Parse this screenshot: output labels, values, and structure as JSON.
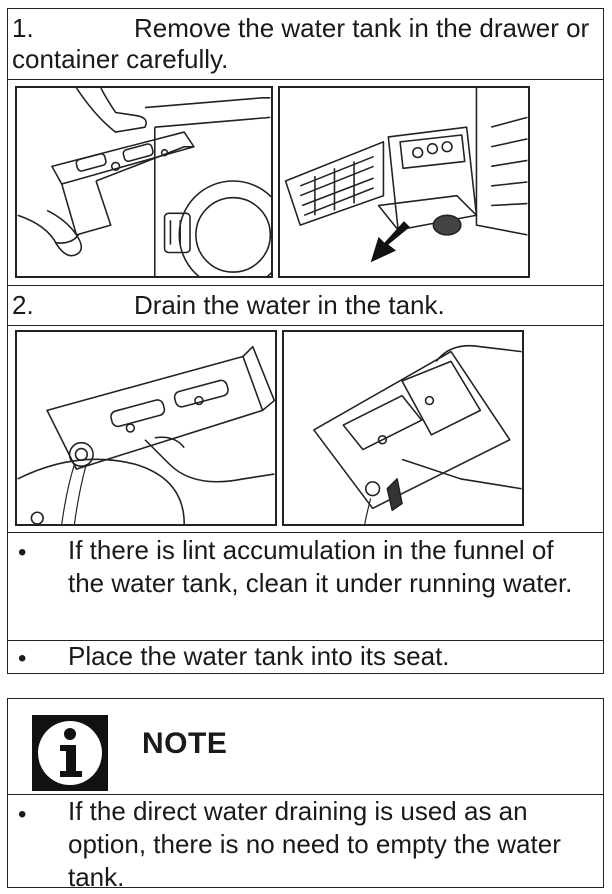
{
  "step1": {
    "number": "1.",
    "text": "Remove the water tank in the drawer or container carefully."
  },
  "step2": {
    "number": "2.",
    "text": "Drain the water in the tank."
  },
  "bullets": [
    "If there is lint accumulation in the funnel of the water tank, clean it under running water.",
    "Place the water tank into its seat."
  ],
  "bullet_symbol": "•",
  "note": {
    "title": "NOTE",
    "icon": "info-icon",
    "bullet": "If the direct water draining is used as an option, there is no need to empty the water tank."
  }
}
